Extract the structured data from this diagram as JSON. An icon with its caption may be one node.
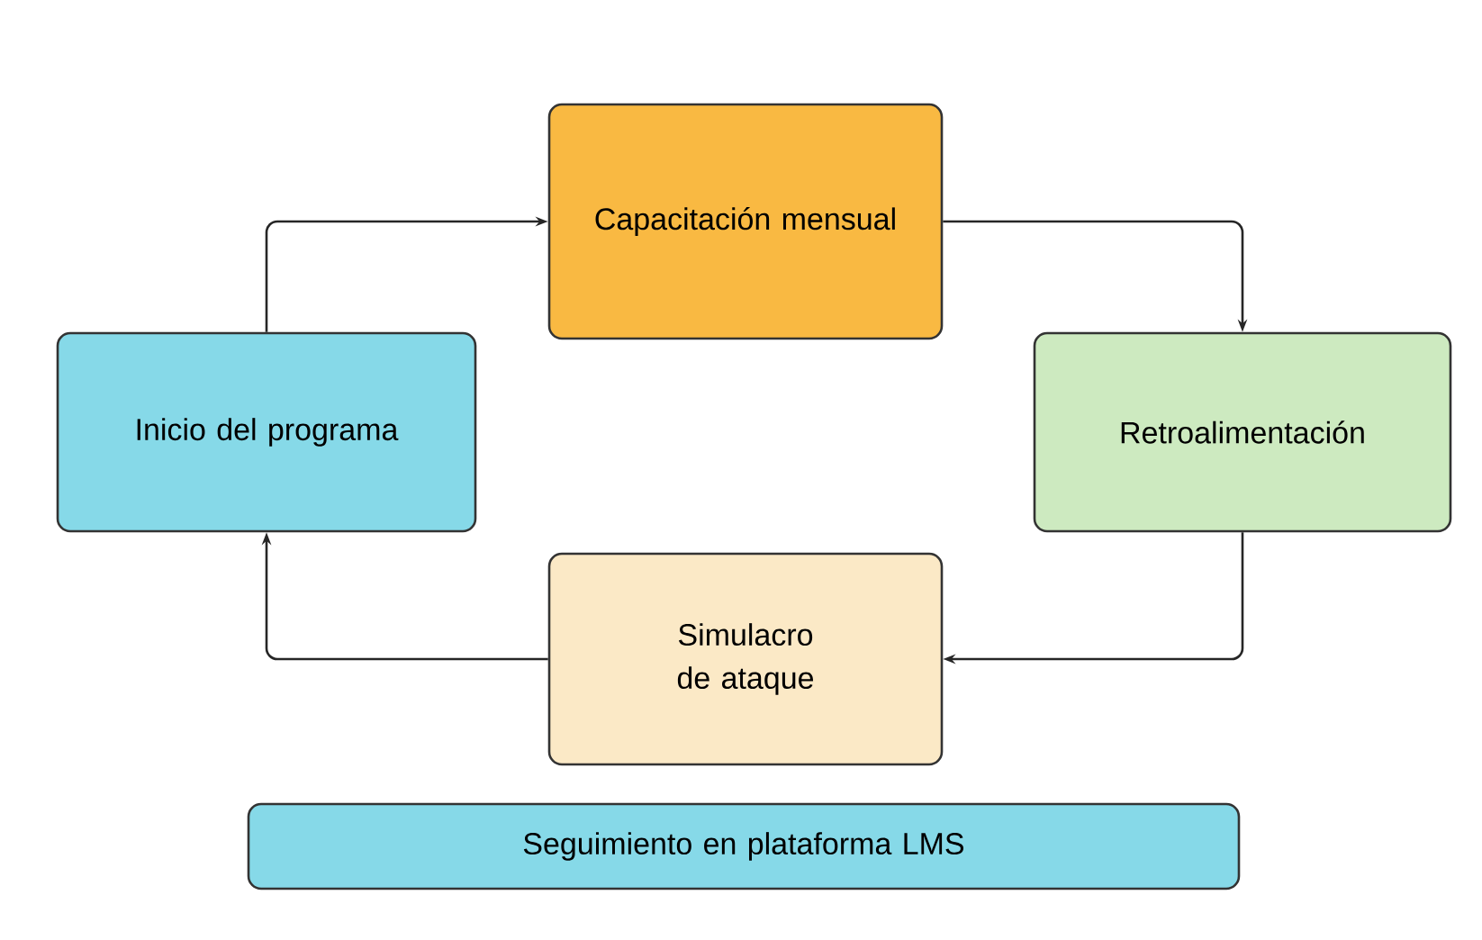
{
  "diagram": {
    "nodes": [
      {
        "text": [
          "Inicio del programa"
        ]
      },
      {
        "text": [
          "Capacitación mensual"
        ]
      },
      {
        "text": [
          "Retroalimentación"
        ]
      },
      {
        "text": [
          "Simulacro de ataque"
        ]
      },
      {
        "text": [
          "Seguimiento en plataforma LMS"
        ]
      }
    ],
    "edges": [
      {
        "from": 0,
        "to": 1,
        "arrow": "to"
      },
      {
        "from": 1,
        "to": 2,
        "arrow": "to"
      },
      {
        "from": 2,
        "to": 3,
        "arrow": "to"
      },
      {
        "from": 3,
        "to": 0,
        "arrow": "to"
      }
    ]
  }
}
